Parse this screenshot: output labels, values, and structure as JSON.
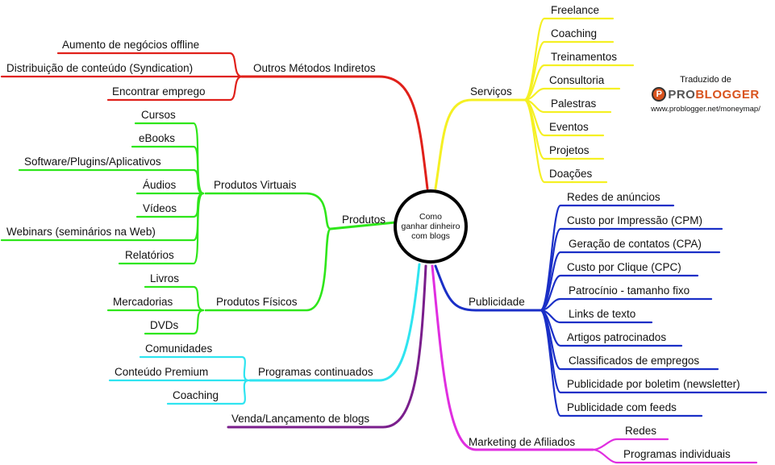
{
  "center": {
    "line1": "Como",
    "line2": "ganhar dinheiro",
    "line3": "com blogs"
  },
  "colors": {
    "red": "#e0201a",
    "green": "#2ee61a",
    "cyan": "#2fe4f0",
    "purple": "#7a1e8c",
    "yellow": "#f5f023",
    "blue": "#1a2fc7",
    "magenta": "#e02ee0"
  },
  "branches": {
    "outros": {
      "label": "Outros Métodos Indiretos",
      "items": [
        "Aumento de negócios offline",
        "Distribuição de conteúdo (Syndication)",
        "Encontrar emprego"
      ]
    },
    "produtos": {
      "label": "Produtos"
    },
    "virtuais": {
      "label": "Produtos Virtuais",
      "items": [
        "Cursos",
        "eBooks",
        "Software/Plugins/Aplicativos",
        "Áudios",
        "Vídeos",
        "Webinars (seminários na Web)",
        "Relatórios"
      ]
    },
    "fisicos": {
      "label": "Produtos Físicos",
      "items": [
        "Livros",
        "Mercadorias",
        "DVDs"
      ]
    },
    "programas": {
      "label": "Programas continuados",
      "items": [
        "Comunidades",
        "Conteúdo Premium",
        "Coaching"
      ]
    },
    "venda": {
      "label": "Venda/Lançamento de blogs"
    },
    "servicos": {
      "label": "Serviços",
      "items": [
        "Freelance",
        "Coaching",
        "Treinamentos",
        "Consultoria",
        "Palestras",
        "Eventos",
        "Projetos",
        "Doações"
      ]
    },
    "publicidade": {
      "label": "Publicidade",
      "items": [
        "Redes de anúncios",
        "Custo por Impressão (CPM)",
        "Geração de contatos (CPA)",
        "Custo por Clique (CPC)",
        "Patrocínio - tamanho fixo",
        "Links de texto",
        "Artigos patrocinados",
        "Classificados de empregos",
        "Publicidade por boletim (newsletter)",
        "Publicidade com feeds"
      ]
    },
    "afiliados": {
      "label": "Marketing de Afiliados",
      "items": [
        "Redes",
        "Programas individuais"
      ]
    }
  },
  "logo": {
    "caption": "Traduzido de",
    "mark": "P",
    "pro": "PRO",
    "blogger": "BLOGGER",
    "url": "www.problogger.net/moneymap/"
  }
}
